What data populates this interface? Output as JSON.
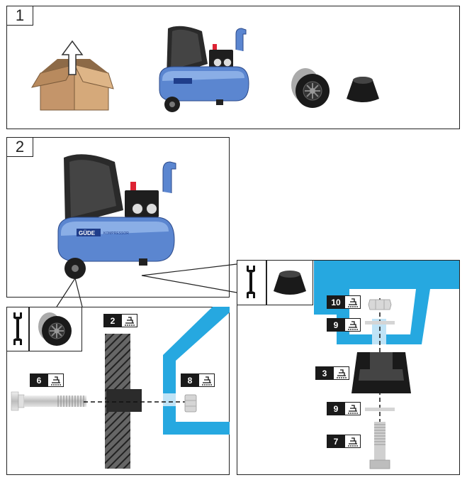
{
  "steps": [
    {
      "number": "1"
    },
    {
      "number": "2"
    }
  ],
  "parts": {
    "p2": "2",
    "p3": "3",
    "p6": "6",
    "p7": "7",
    "p8": "8",
    "p9a": "9",
    "p9b": "9",
    "p10": "10"
  },
  "icons": {
    "unpack": "box-arrow-icon",
    "tool": "wrench-icon",
    "part_detail": "hand-part-icon",
    "wheel": "wheel-icon",
    "foot": "rubber-foot-icon"
  },
  "colors": {
    "frame_blue": "#26a8e0",
    "tank_blue": "#5b86d0",
    "box_brown": "#c89a6a"
  },
  "brand": {
    "logo": "GÜDE",
    "model": "KOMPRESSOR"
  }
}
